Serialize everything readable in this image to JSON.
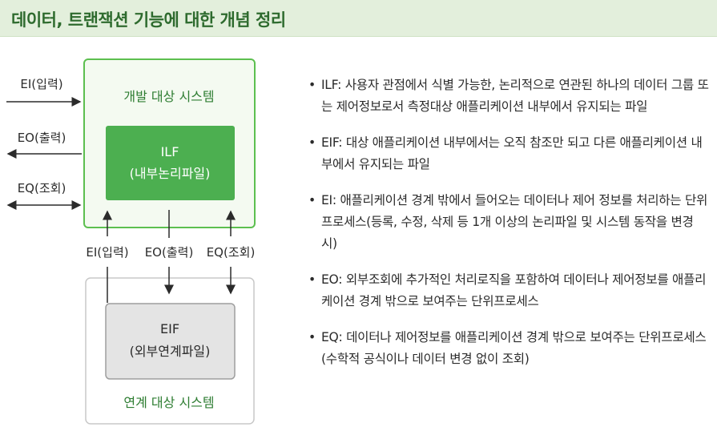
{
  "header": {
    "title": "데이터, 트랜잭션 기능에 대한 개념 정리"
  },
  "diagram": {
    "left_labels": {
      "ei": "EI(입력)",
      "eo": "EO(출력)",
      "eq": "EQ(조회)"
    },
    "target_system": {
      "title": "개발 대상 시스템",
      "ilf_line1": "ILF",
      "ilf_line2": "(내부논리파일)"
    },
    "middle_labels": {
      "ei": "EI(입력)",
      "eo": "EO(출력)",
      "eq": "EQ(조회)"
    },
    "linked_system": {
      "eif_line1": "EIF",
      "eif_line2": "(외부연계파일)",
      "title": "연계 대상 시스템"
    },
    "colors": {
      "green": "#4caf50",
      "green_border": "#5cbf4f",
      "header_bg": "#e3efdc",
      "gray_box": "#e4e4e4"
    }
  },
  "definitions": [
    {
      "bullet": "•",
      "text": "ILF: 사용자 관점에서 식별 가능한, 논리적으로 연관된 하나의 데이터 그룹 또는 제어정보로서 측정대상 애플리케이션 내부에서 유지되는 파일"
    },
    {
      "bullet": "•",
      "text": "EIF: 대상 애플리케이션 내부에서는 오직 참조만 되고 다른 애플리케이션 내부에서 유지되는 파일"
    },
    {
      "bullet": "•",
      "text": "EI: 애플리케이션 경계 밖에서 들어오는 데이터나 제어 정보를 처리하는 단위프로세스(등록, 수정, 삭제 등 1개 이상의 논리파일 및 시스템 동작을 변경 시)"
    },
    {
      "bullet": "•",
      "text": "EO: 외부조회에 추가적인 처리로직을 포함하여 데이터나 제어정보를 애플리케이션 경계 밖으로 보여주는 단위프로세스"
    },
    {
      "bullet": "•",
      "text": "EQ: 데이터나 제어정보를 애플리케이션 경계 밖으로 보여주는 단위프로세스(수학적 공식이나 데이터 변경 없이 조회)"
    }
  ]
}
